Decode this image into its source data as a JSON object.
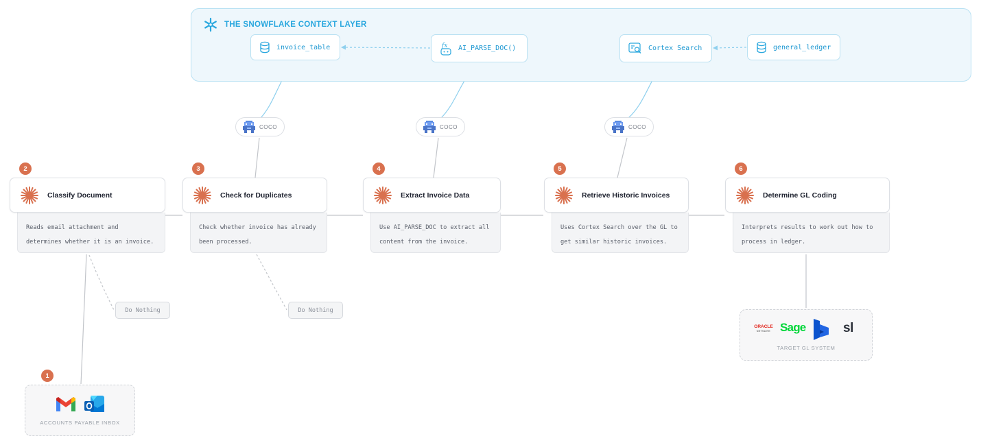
{
  "context_layer": {
    "title": "THE SNOWFLAKE CONTEXT LAYER",
    "nodes": {
      "invoice_table": "invoice_table",
      "ai_parse_doc": "AI_PARSE_DOC()",
      "cortex_search": "Cortex Search",
      "general_ledger": "general_ledger"
    }
  },
  "coco_label": "COCO",
  "steps": [
    {
      "number": "1",
      "caption": "ACCOUNTS PAYABLE INBOX"
    },
    {
      "number": "2",
      "title": "Classify Document",
      "description": "Reads email attachment and determines whether it is an invoice."
    },
    {
      "number": "3",
      "title": "Check for Duplicates",
      "description": "Check whether invoice has already been processed."
    },
    {
      "number": "4",
      "title": "Extract Invoice Data",
      "description": "Use AI_PARSE_DOC to extract all content from the invoice."
    },
    {
      "number": "5",
      "title": "Retrieve Historic Invoices",
      "description": "Uses Cortex Search over the GL to get similar historic invoices."
    },
    {
      "number": "6",
      "title": "Determine GL Coding",
      "description": "Interprets results to work out how to process in ledger."
    }
  ],
  "do_nothing_label": "Do Nothing",
  "target_system": {
    "caption": "TARGET GL SYSTEM",
    "logos": {
      "oracle": "ORACLE",
      "netsuite": "NETSUITE",
      "sage": "Sage",
      "sl": "sl"
    }
  },
  "colors": {
    "accent_orange": "#d9714f",
    "snowflake_blue": "#29a7de",
    "context_bg": "#eef7fc",
    "connector_gray": "#c2c5ca"
  },
  "icons": {
    "step_icon": "sparkle-asterisk-icon",
    "inbox_icons": [
      "gmail-icon",
      "outlook-icon"
    ],
    "context_icons": [
      "snowflake-icon",
      "database-icon",
      "function-icon",
      "search-icon"
    ],
    "coco_icon": "pixel-robot-icon"
  }
}
